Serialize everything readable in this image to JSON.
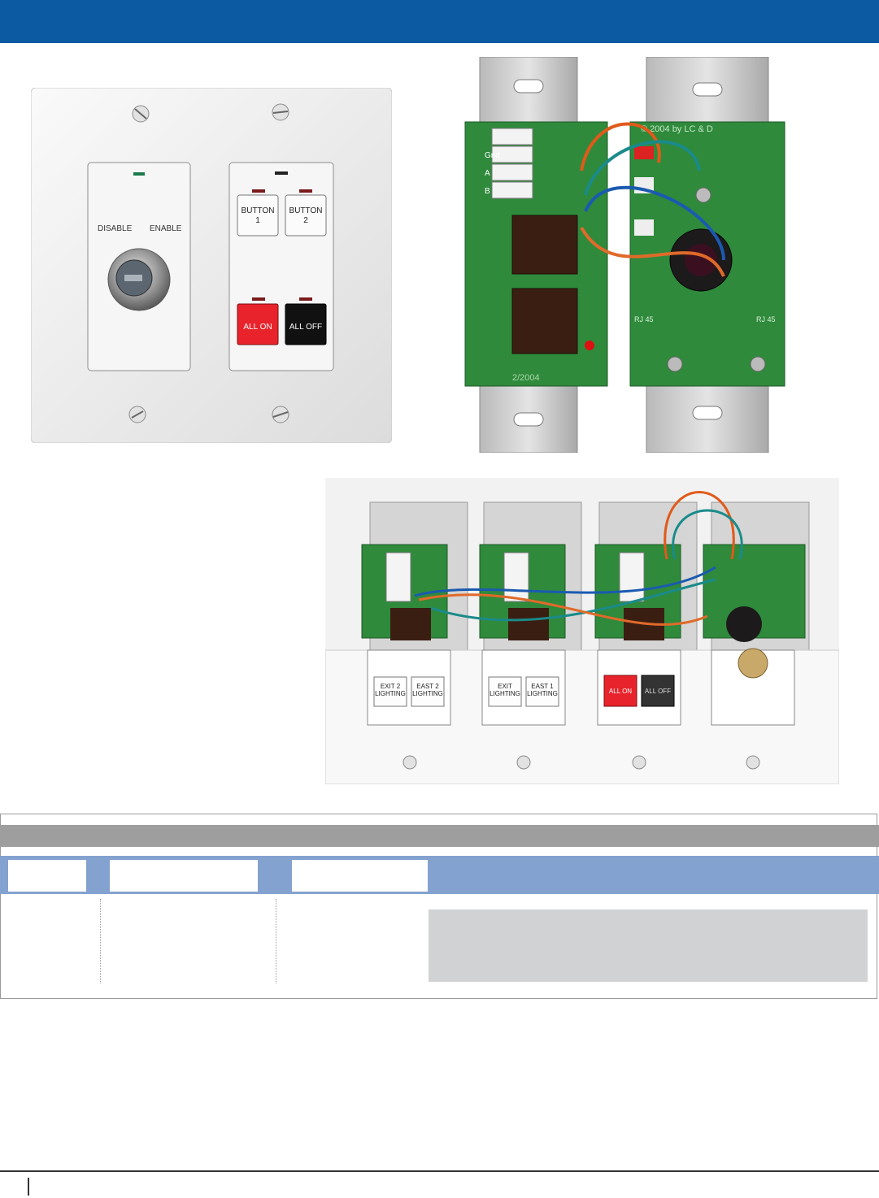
{
  "photo1": {
    "left_panel": {
      "label_disable": "DISABLE",
      "label_enable": "ENABLE"
    },
    "right_panel": {
      "button1": [
        "BUTTON",
        "1"
      ],
      "button2": [
        "BUTTON",
        "2"
      ],
      "all_on": "ALL ON",
      "all_off": "ALL OFF"
    }
  },
  "photo2": {
    "left_board": {
      "terminals": [
        "Gnd",
        "A",
        "B"
      ],
      "date": "2/2004"
    },
    "right_board": {
      "copyright": "© 2004 by LC & D",
      "rj_left": "RJ 45",
      "rj_right": "RJ 45"
    }
  },
  "photo3": {
    "panel1": {
      "btn_a": [
        "EXIT 2",
        "LIGHTING"
      ],
      "btn_b": [
        "EAST 2",
        "LIGHTING"
      ]
    },
    "panel2": {
      "btn_a": [
        "EXIT",
        "LIGHTING"
      ],
      "btn_b": [
        "EAST 1",
        "LIGHTING"
      ]
    },
    "panel3": {
      "all_on": "ALL ON",
      "all_off": "ALL OFF"
    }
  },
  "colors": {
    "header_blue": "#0b5aa2",
    "table_blue": "#84a2d0",
    "table_grey": "#9e9e9e",
    "red_button": "#e8232b"
  }
}
